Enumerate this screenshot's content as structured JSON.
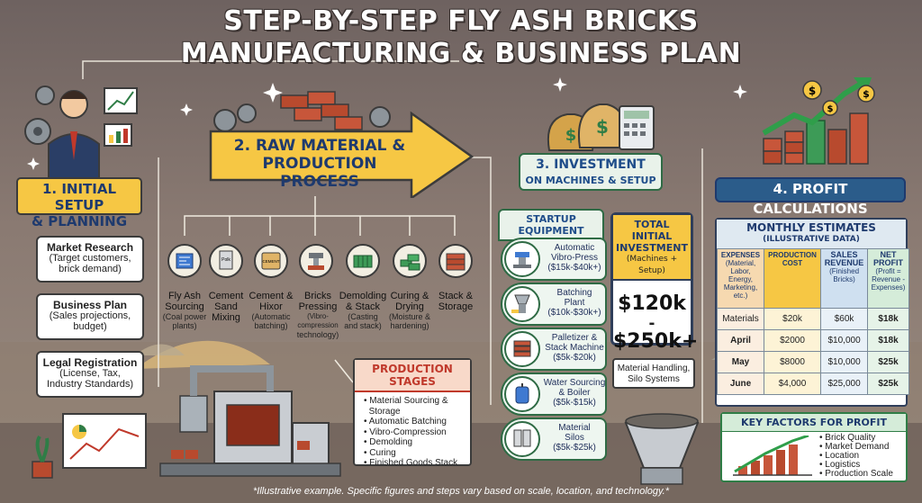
{
  "title": {
    "line1": "STEP-BY-STEP FLY ASH BRICKS",
    "line2": "MANUFACTURING & BUSINESS PLAN"
  },
  "step1": {
    "label_line1": "1. INITIAL SETUP",
    "label_line2": "& PLANNING",
    "cards": [
      {
        "heading": "Market Research",
        "detail_line1": "(Target customers,",
        "detail_line2": "brick demand)"
      },
      {
        "heading": "Business Plan",
        "detail_line1": "(Sales projections,",
        "detail_line2": "budget)"
      },
      {
        "heading": "Legal Registration",
        "detail_line1": "(License, Tax,",
        "detail_line2": "Industry Standards)"
      }
    ]
  },
  "step2": {
    "label_line1": "2. RAW MATERIAL &",
    "label_line2": "PRODUCTION PROCESS",
    "silo_text": "Polk",
    "bag_text": "CEMENT",
    "processes": [
      {
        "name_line1": "Fly Ash",
        "name_line2": "Sourcing",
        "sub_line1": "(Coal power",
        "sub_line2": "plants)"
      },
      {
        "name_line1": "Cement",
        "name_line2": "Sand",
        "sub_line1": "Mixing",
        "sub_line2": ""
      },
      {
        "name_line1": "Cement &",
        "name_line2": "Hixor",
        "sub_line1": "(Automatic",
        "sub_line2": "batching)"
      },
      {
        "name_line1": "Bricks",
        "name_line2": "Pressing",
        "sub_line1": "(Vibro-compression",
        "sub_line2": "technology)"
      },
      {
        "name_line1": "Demolding",
        "name_line2": "& Stack",
        "sub_line1": "(Casting",
        "sub_line2": "and stack)"
      },
      {
        "name_line1": "Curing &",
        "name_line2": "Drying",
        "sub_line1": "(Moisture &",
        "sub_line2": "hardening)"
      },
      {
        "name_line1": "Stack &",
        "name_line2": "Storage",
        "sub_line1": "",
        "sub_line2": ""
      }
    ],
    "stages_title": "PRODUCTION STAGES",
    "stages": [
      "Material Sourcing &",
      "Storage",
      "Automatic Batching",
      "Vibro-Compression",
      "Demolding",
      "Curing",
      "Finished Goods Stack"
    ]
  },
  "step3": {
    "label_line1": "3. INVESTMENT",
    "label_line2": "ON MACHINES & SETUP",
    "startup_title_line1": "STARTUP",
    "startup_title_line2": "EQUIPMENT",
    "equipment": [
      {
        "line1": "Automatic",
        "line2": "Vibro-Press",
        "cost": "($15k-$40k+)"
      },
      {
        "line1": "Batching",
        "line2": "Plant",
        "cost": "($10k-$30k+)"
      },
      {
        "line1": "Palletizer &",
        "line2": "Stack Machine",
        "cost": "($5k-$20k)"
      },
      {
        "line1": "Water Sourcing",
        "line2": "& Boiler",
        "cost": "($5k-$15k)"
      },
      {
        "line1": "Material",
        "line2": "Silos",
        "cost": "($5k-$25k)"
      }
    ],
    "total_title_line1": "TOTAL INITIAL",
    "total_title_line2": "INVESTMENT",
    "total_sub": "(Machines + Setup)",
    "total_low": "$120k",
    "total_dash": "-",
    "total_high": "$250k+",
    "extra_line1": "Material Handling,",
    "extra_line2": "Silo Systems"
  },
  "step4": {
    "label": "4. PROFIT CALCULATIONS",
    "monthly_title": "MONTHLY ESTIMATES",
    "monthly_sub": "(ILLUSTRATIVE DATA)",
    "table": {
      "headers": [
        {
          "l1": "EXPENSES",
          "l2": "(Material,",
          "l3": "Labor,",
          "l4": "Energy,",
          "l5": "Marketing,",
          "l6": "etc.)"
        },
        {
          "l1": "PRODUCTION",
          "l2": "COST",
          "l3": "",
          "l4": "",
          "l5": "",
          "l6": ""
        },
        {
          "l1": "SALES",
          "l2": "REVENUE",
          "l3": "(Finished",
          "l4": "Bricks)",
          "l5": "",
          "l6": ""
        },
        {
          "l1": "NET",
          "l2": "PROFIT",
          "l3": "(Profit =",
          "l4": "Revenue -",
          "l5": "Expenses)",
          "l6": ""
        }
      ],
      "rows": [
        [
          "Materials",
          "$20k",
          "$60k",
          "$18k"
        ],
        [
          "April",
          "$2000",
          "$10,000",
          "$18k"
        ],
        [
          "May",
          "$8000",
          "$10,000",
          "$25k"
        ],
        [
          "June",
          "$4,000",
          "$25,000",
          "$25k"
        ]
      ]
    },
    "key_title": "KEY FACTORS FOR PROFIT",
    "factors": [
      "Brick Quality",
      "Market Demand",
      "Location",
      "Logistics",
      "Production Scale"
    ]
  },
  "footnote": "*Illustrative example. Specific figures and steps vary based on scale, location, and technology.*",
  "colors": {
    "accent_yellow": "#f6c744",
    "accent_green": "#2f7d46",
    "navy_text": "#1e3a6e",
    "stages_red": "#c0392b"
  }
}
